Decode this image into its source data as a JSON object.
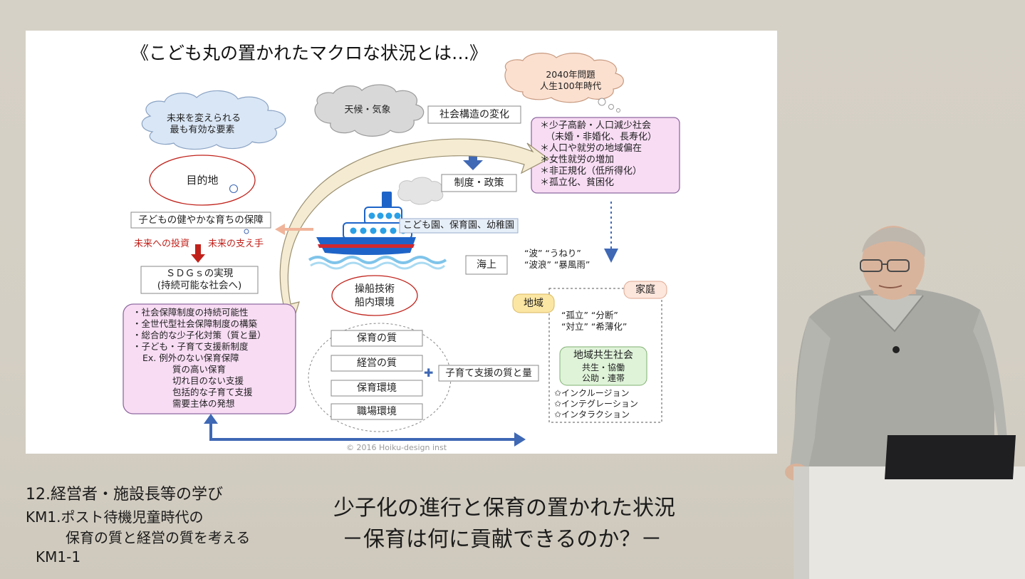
{
  "slide": {
    "title": "《こども丸の置かれたマクロな状況とは…》",
    "cloud_future": [
      "未来を変えられる",
      "最も有効な要素"
    ],
    "cloud_weather": "天候・気象",
    "box_social_change": "社会構造の変化",
    "cloud_2040": [
      "2040年問題",
      "人生100年時代"
    ],
    "social_issues": [
      "＊少子高齢・人口減少社会",
      "（未婚・非婚化、長寿化）",
      "＊人口や就労の地域偏在",
      "＊女性就労の増加",
      "＊非正規化（低所得化）",
      "＊孤立化、貧困化"
    ],
    "box_policy": "制度・政策",
    "destination": "目的地",
    "box_healthy_growth": "子どもの健やかな育ちの保障",
    "investment": "未来への投資",
    "supporters": "未来の支え手",
    "sdgs": [
      "ＳＤＧｓの実現",
      "(持続可能な社会へ)"
    ],
    "ship_label": "こども園、保育園、幼稚園",
    "sea_label": "海上",
    "waves": [
      "“波” “うねり”",
      "“波浪” “暴風雨”"
    ],
    "ship_skills": [
      "操船技術",
      "船内環境"
    ],
    "quality_items": [
      "保育の質",
      "経営の質",
      "保育環境",
      "職場環境"
    ],
    "plus_sign": "✚",
    "box_child_support": "子育て支援の質と量",
    "social_security": [
      "・社会保障制度の持続可能性",
      "・全世代型社会保障制度の構築",
      "・総合的な少子化対策（質と量）",
      "・子ども・子育て支援新制度",
      "Ex.  例外のない保育保障",
      "質の高い保育",
      "切れ目のない支援",
      "包括的な子育て支援",
      "需要主体の発想"
    ],
    "community": "地域",
    "family": "家庭",
    "isolation": [
      "“孤立” “分断”",
      "“対立” “希薄化”"
    ],
    "coexistence_title": "地域共生社会",
    "coexistence_sub": [
      "共生・協働",
      "公助・連帯"
    ],
    "inclusion_list": [
      "✩インクルージョン",
      "✩インテグレーション",
      "✩インタラクション"
    ],
    "copyright": "© 2016 Hoiku-design  inst"
  },
  "caption_left": {
    "line1": "12.経営者・施設長等の学び",
    "line2": "KM1.ポスト待機児童時代の",
    "line3": "保育の質と経営の質を考える",
    "code": "KM1-1"
  },
  "caption_center": {
    "line1": "少子化の進行と保育の置かれた状況",
    "line2": "－保育は何に貢献できるのか？－"
  },
  "colors": {
    "pink_box": "#f8dcf4",
    "pink_border": "#8f6aa0",
    "red": "#c0221b",
    "blue_arrow": "#3f68b5",
    "yellow_label": "#fbe6a3",
    "green_box": "#dff3d9",
    "ship_blue": "#1e64c8"
  }
}
